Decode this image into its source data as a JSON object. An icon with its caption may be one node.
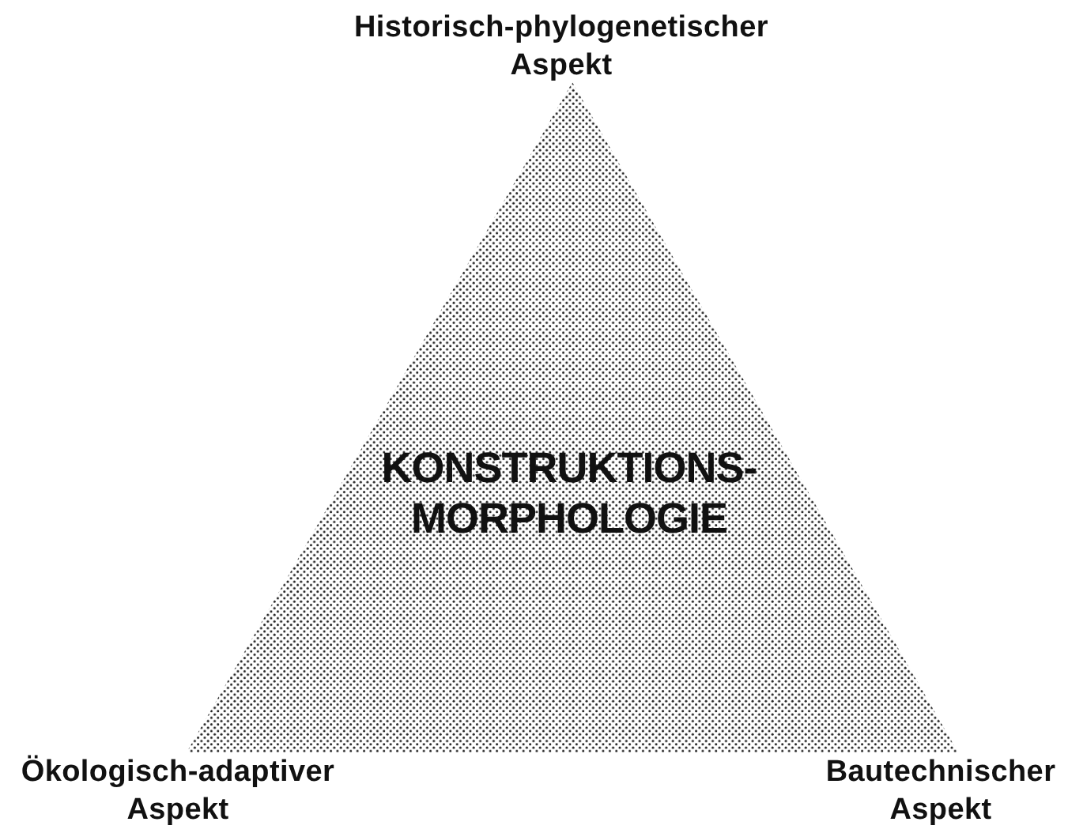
{
  "diagram": {
    "nodes": [
      {
        "text": [
          "KONSTRUKTIONS- MORPHOLOGIE"
        ]
      }
    ],
    "labels": [
      "Historisch-phylogenetischer Aspekt",
      "Ökologisch-adaptiver Aspekt",
      "Bautechnischer Aspekt"
    ]
  }
}
